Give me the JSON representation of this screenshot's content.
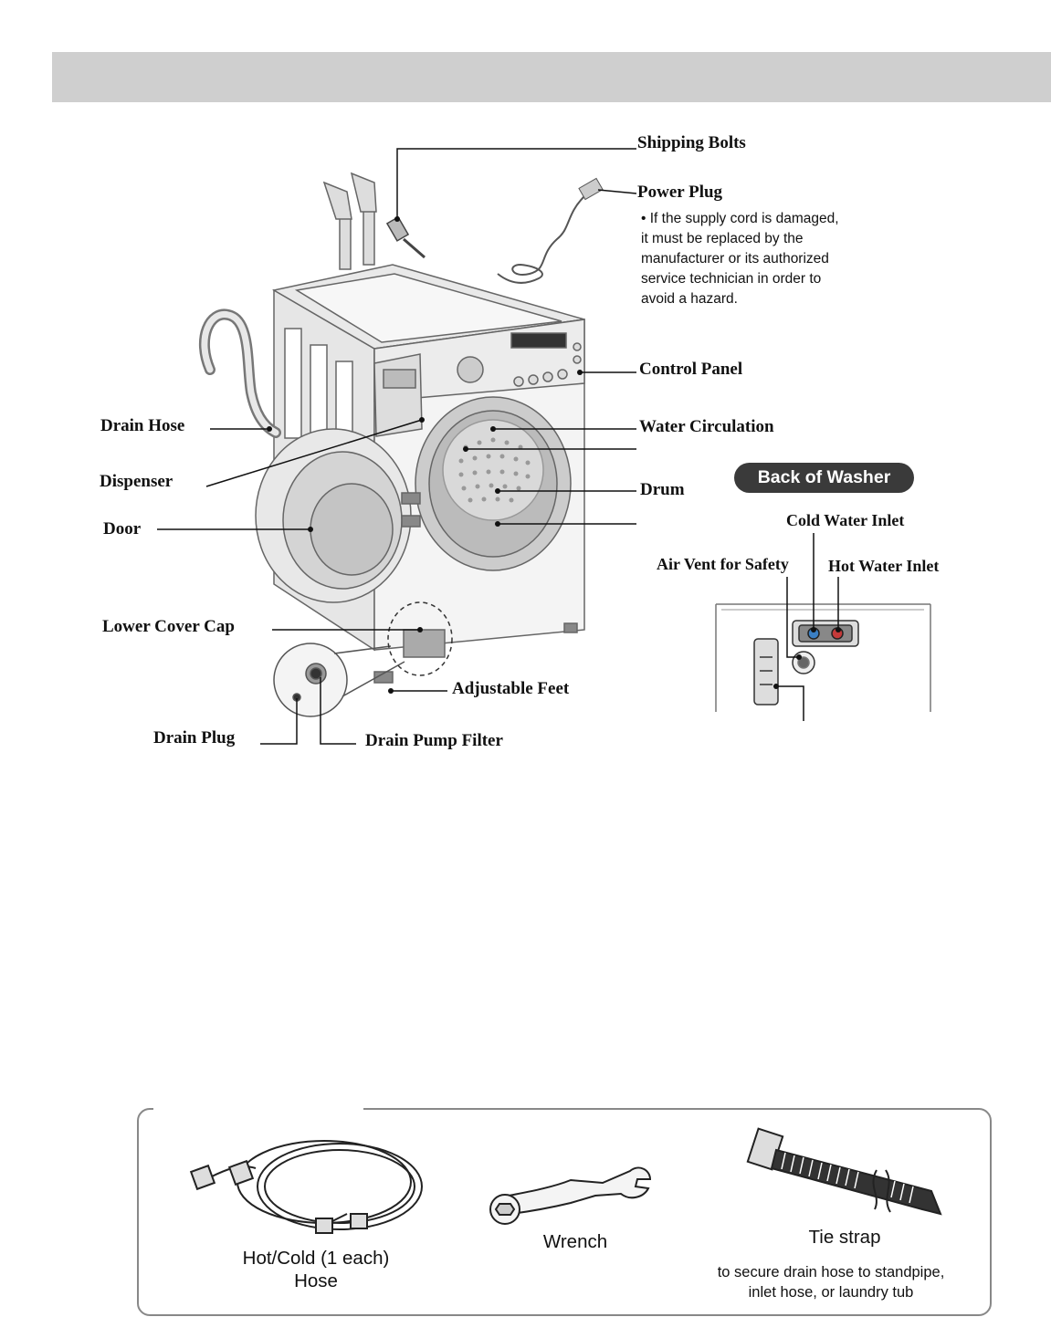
{
  "labels": {
    "shipping_bolts": "Shipping Bolts",
    "power_plug": "Power Plug",
    "power_plug_note": [
      "• If the supply cord is damaged,",
      "it must be replaced by the",
      "manufacturer or its authorized",
      "service technician in order to",
      "avoid a hazard."
    ],
    "control_panel": "Control Panel",
    "water_circulation": "Water Circulation",
    "drum": "Drum",
    "drain_hose": "Drain Hose",
    "dispenser": "Dispenser",
    "door": "Door",
    "lower_cover_cap": "Lower Cover Cap",
    "adjustable_feet": "Adjustable Feet",
    "drain_plug": "Drain Plug",
    "drain_pump_filter": "Drain Pump Filter",
    "back_of_washer": "Back of Washer",
    "cold_water_inlet": "Cold Water Inlet",
    "air_vent_for_safety": "Air Vent for Safety",
    "hot_water_inlet": "Hot Water Inlet"
  },
  "accessories": {
    "hose_line1": "Hot/Cold (1 each)",
    "hose_line2": "Hose",
    "wrench": "Wrench",
    "tie_strap": "Tie strap",
    "tie_strap_note_line1": "to secure drain hose to standpipe,",
    "tie_strap_note_line2": "inlet hose, or laundry tub"
  },
  "colors": {
    "header_bar": "#cfcfcf",
    "pill": "#3a3a3a",
    "cold_inlet": "#3a7fc4",
    "hot_inlet": "#c43a3a"
  }
}
